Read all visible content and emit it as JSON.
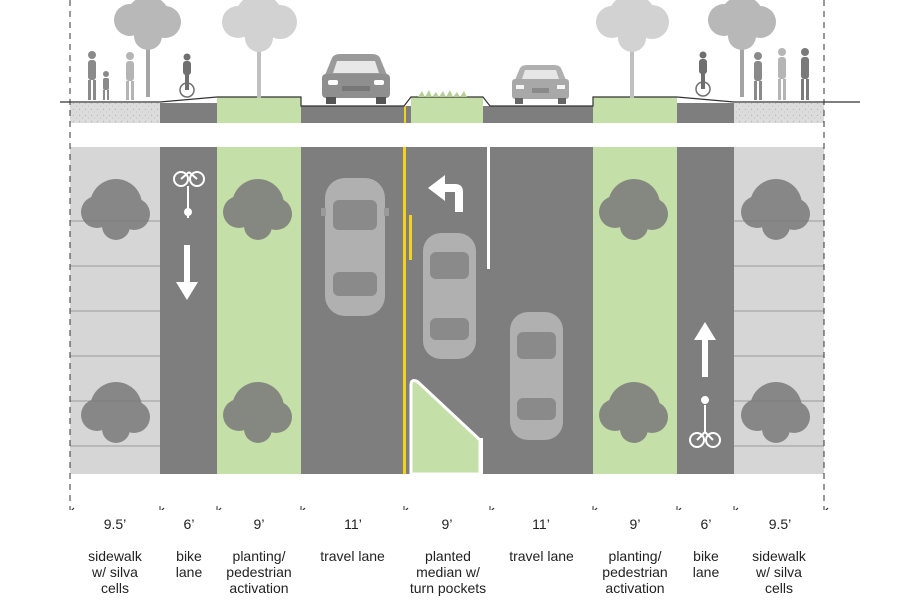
{
  "figure": {
    "segments": [
      {
        "width": "9.5’",
        "label": "sidewalk\nw/ silva\ncells"
      },
      {
        "width": "6’",
        "label": "bike\nlane"
      },
      {
        "width": "9’",
        "label": "planting/\npedestrian\nactivation"
      },
      {
        "width": "11’",
        "label": "travel lane"
      },
      {
        "width": "9’",
        "label": "planted\nmedian w/\nturn pockets"
      },
      {
        "width": "11’",
        "label": "travel lane"
      },
      {
        "width": "9’",
        "label": "planting/\npedestrian\nactivation"
      },
      {
        "width": "6’",
        "label": "bike\nlane"
      },
      {
        "width": "9.5’",
        "label": "sidewalk\nw/ silva\ncells"
      }
    ]
  },
  "colors": {
    "sidewalk": "#d6d6d6",
    "asphalt": "#7e7e7e",
    "planting": "#c5dfa8",
    "median_marking": "#f2d21a",
    "ink": "#222222"
  }
}
